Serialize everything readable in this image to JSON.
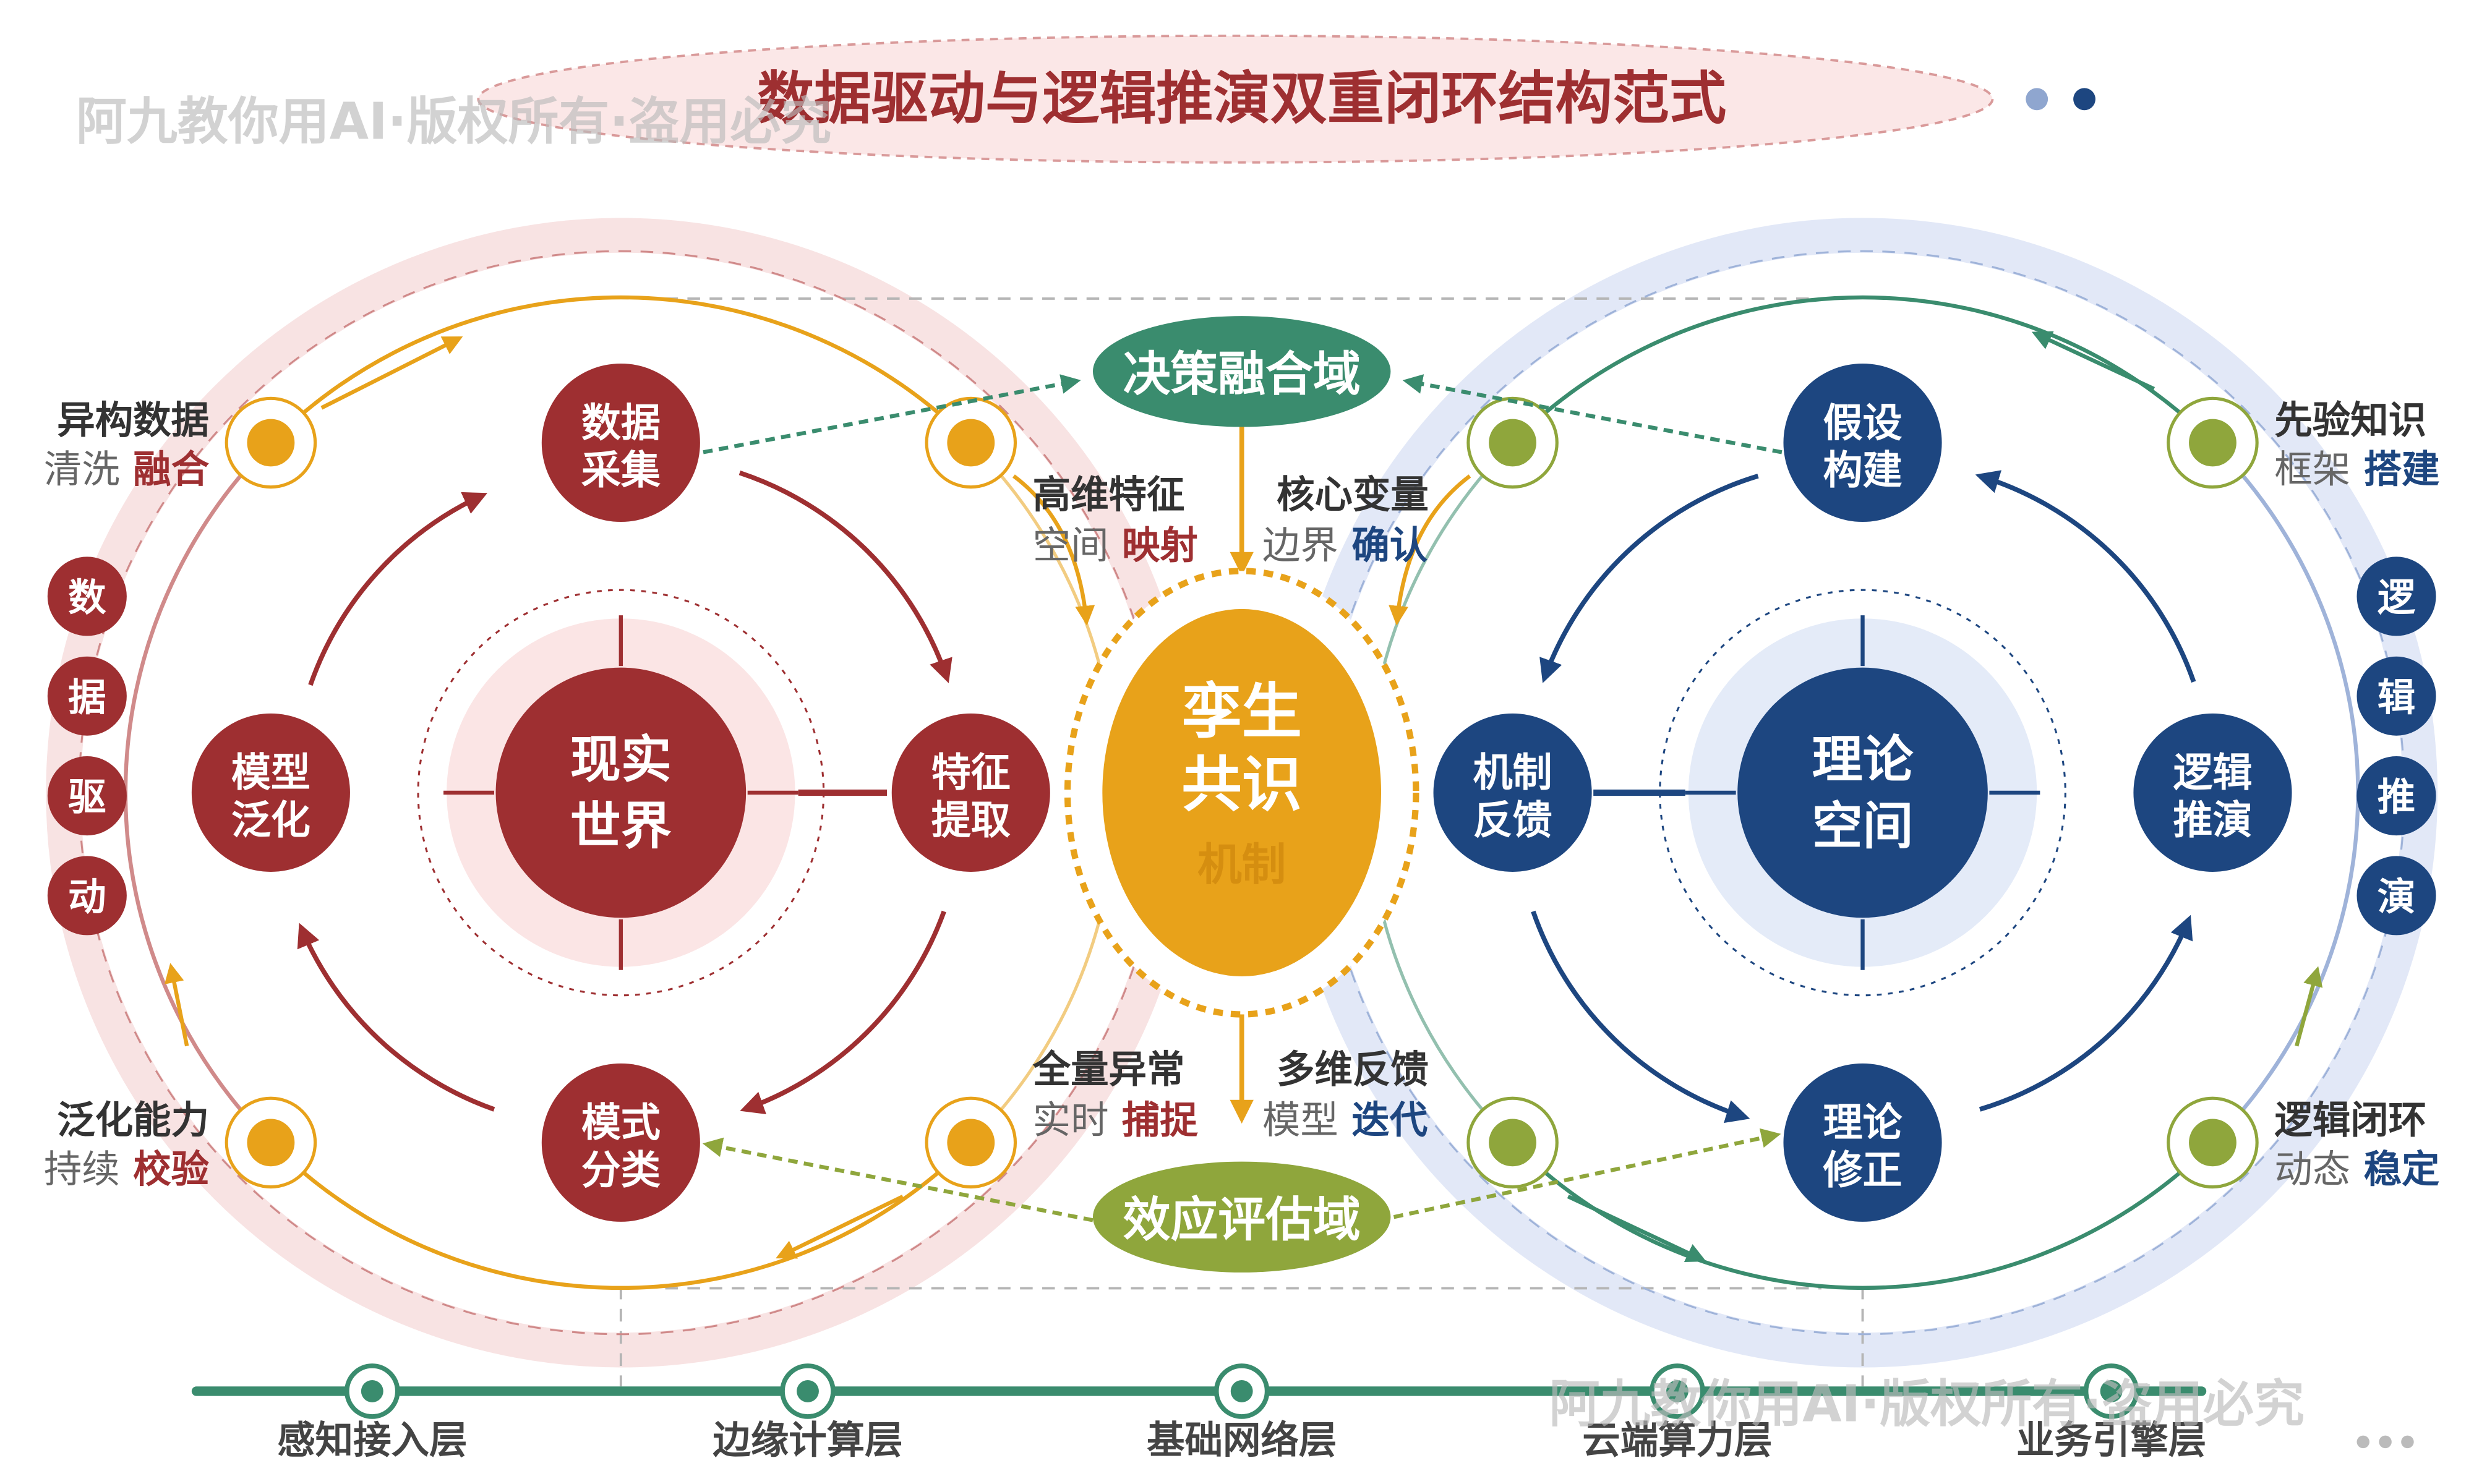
{
  "title": "数据驱动与逻辑推演双重闭环结构范式",
  "watermark": "阿九教你用AI·版权所有·盗用必究",
  "colors": {
    "red": "#9e2f31",
    "blue": "#1d4680",
    "gold": "#e8a21a",
    "green": "#3a8c6e",
    "olive": "#8fa63c",
    "gray": "#777777"
  },
  "left_cycle": {
    "center": [
      "现实",
      "世界"
    ],
    "nodes": {
      "top": [
        "数据",
        "采集"
      ],
      "right": [
        "特征",
        "提取"
      ],
      "bottom": [
        "模式",
        "分类"
      ],
      "left": [
        "模型",
        "泛化"
      ]
    },
    "vertical": [
      "数",
      "据",
      "驱",
      "动"
    ],
    "label_top": {
      "line1": "异构数据",
      "plain": "清洗",
      "accent": "融合"
    },
    "label_bottom": {
      "line1": "泛化能力",
      "plain": "持续",
      "accent": "校验"
    }
  },
  "right_cycle": {
    "center": [
      "理论",
      "空间"
    ],
    "nodes": {
      "top": [
        "假设",
        "构建"
      ],
      "right": [
        "逻辑",
        "推演"
      ],
      "bottom": [
        "理论",
        "修正"
      ],
      "left": [
        "机制",
        "反馈"
      ]
    },
    "vertical": [
      "逻",
      "辑",
      "推",
      "演"
    ],
    "label_top": {
      "line1": "先验知识",
      "plain": "框架",
      "accent": "搭建"
    },
    "label_bottom": {
      "line1": "逻辑闭环",
      "plain": "动态",
      "accent": "稳定"
    }
  },
  "center": {
    "core": [
      "孪生",
      "共识"
    ],
    "core_sub": "机制",
    "top_domain": "决策融合域",
    "bottom_domain": "效应评估域",
    "top_left_label": {
      "line1": "高维特征",
      "plain": "空间",
      "accent": "映射"
    },
    "top_right_label": {
      "line1": "核心变量",
      "plain": "边界",
      "accent": "确认"
    },
    "bottom_left_label": {
      "line1": "全量异常",
      "plain": "实时",
      "accent": "捕捉"
    },
    "bottom_right_label": {
      "line1": "多维反馈",
      "plain": "模型",
      "accent": "迭代"
    }
  },
  "layers": [
    "感知接入层",
    "边缘计算层",
    "基础网络层",
    "云端算力层",
    "业务引擎层"
  ]
}
